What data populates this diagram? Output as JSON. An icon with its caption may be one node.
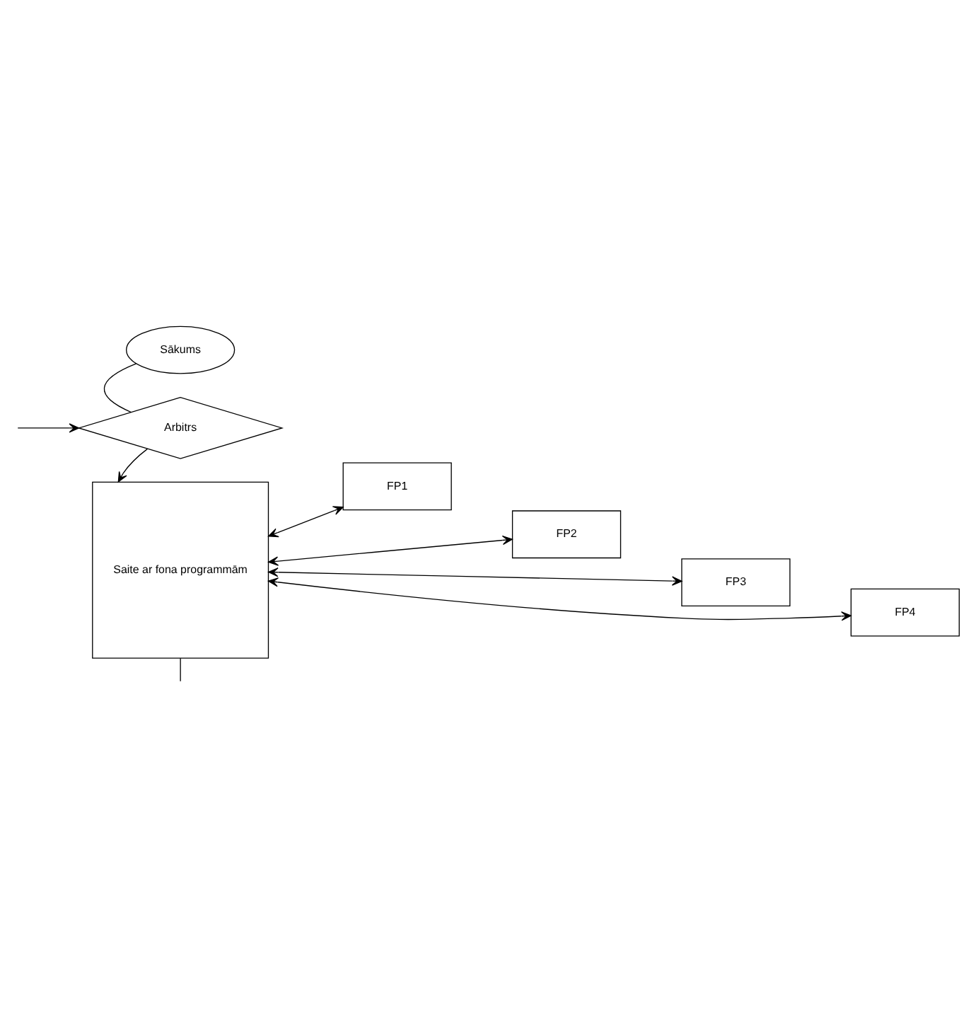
{
  "diagram": {
    "nodes": [
      {
        "text": [
          "Sākums"
        ]
      },
      {
        "text": [
          "Arbitrs"
        ]
      },
      {
        "text": [
          "Saite ar fona programmām"
        ]
      },
      {
        "text": [
          "FP1"
        ]
      },
      {
        "text": [
          "FP2"
        ]
      },
      {
        "text": [
          "FP3"
        ]
      },
      {
        "text": [
          "FP4"
        ]
      }
    ],
    "edges": [
      {
        "from": 0,
        "to": 1,
        "arrow": "none"
      },
      {
        "from": 1,
        "to": 2,
        "arrow": "to"
      },
      {
        "from": 2,
        "to": 3,
        "arrow": "both"
      },
      {
        "from": 2,
        "to": 4,
        "arrow": "both"
      },
      {
        "from": 2,
        "to": 5,
        "arrow": "both"
      },
      {
        "from": 2,
        "to": 6,
        "arrow": "both"
      },
      {
        "from": 2,
        "to": null,
        "arrow": "none"
      },
      {
        "from": null,
        "to": 1,
        "arrow": "to"
      }
    ]
  }
}
